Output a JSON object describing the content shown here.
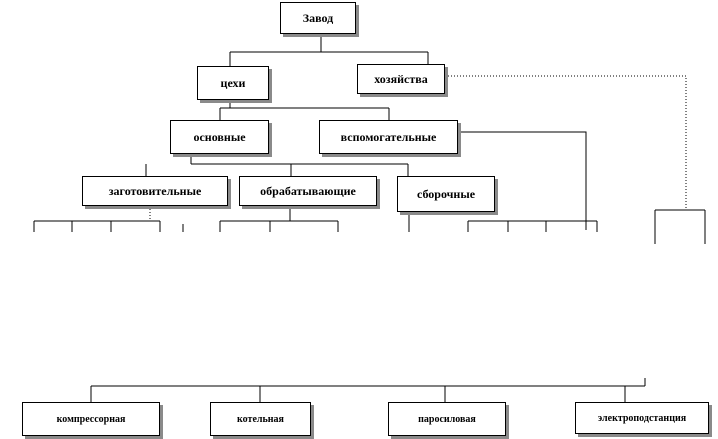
{
  "diagram": {
    "root": "Завод",
    "level1": {
      "workshops": "цехи",
      "facilities": "хозяйства"
    },
    "level2": {
      "main": "основные",
      "auxiliary": "вспомогательные"
    },
    "level3": {
      "procurement": "заготовительные",
      "processing": "обрабатывающие",
      "assembly": "сборочные"
    },
    "bottom": [
      "компрессорная",
      "котельная",
      "паросиловая",
      "электроподстанция"
    ]
  }
}
